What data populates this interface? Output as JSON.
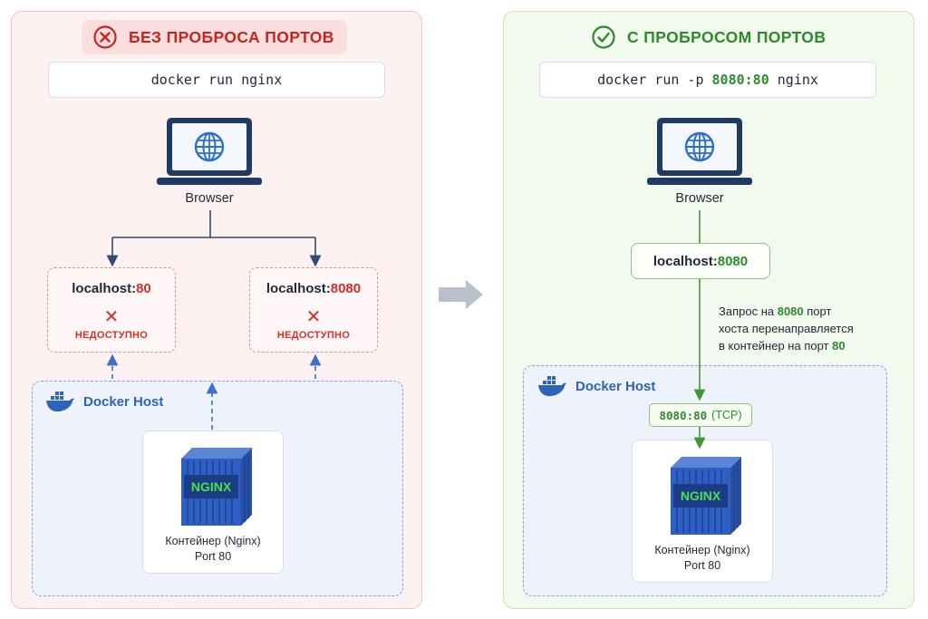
{
  "left": {
    "title": "БЕЗ ПРОБРОСА ПОРТОВ",
    "command": "docker run nginx",
    "browser_label": "Browser",
    "targets": [
      {
        "host": "localhost:",
        "port": "80",
        "mark": "✕",
        "status": "НЕДОСТУПНО"
      },
      {
        "host": "localhost:",
        "port": "8080",
        "mark": "✕",
        "status": "НЕДОСТУПНО"
      }
    ],
    "docker_host_label": "Docker Host",
    "container": {
      "name": "Контейнер (Nginx)",
      "port": "Port 80",
      "brand": "NGINX"
    }
  },
  "right": {
    "title": "С ПРОБРОСОМ ПОРТОВ",
    "command_prefix": "docker run -p ",
    "command_mapping": "8080:80",
    "command_suffix": " nginx",
    "browser_label": "Browser",
    "localhost_host": "localhost:",
    "localhost_port": "8080",
    "note": {
      "p1": "Запрос на ",
      "port1": "8080",
      "p2": " порт",
      "line2": "хоста перенаправляется",
      "p3": "в контейнер на порт ",
      "port2": "80"
    },
    "docker_host_label": "Docker Host",
    "mapping": {
      "ports": "8080:80",
      "protocol": "(TCP)"
    },
    "container": {
      "name": "Контейнер (Nginx)",
      "port": "Port 80",
      "brand": "NGINX"
    }
  },
  "colors": {
    "error": "#d3302a",
    "success": "#2e8b2e",
    "docker_blue": "#2e63b8",
    "left_bg": "#fdf1f1",
    "right_bg": "#f2f9ee"
  },
  "icons": [
    "error-circle-icon",
    "check-circle-icon",
    "laptop-icon",
    "globe-icon",
    "docker-whale-icon",
    "container-cube-icon",
    "arrow-right-icon"
  ]
}
